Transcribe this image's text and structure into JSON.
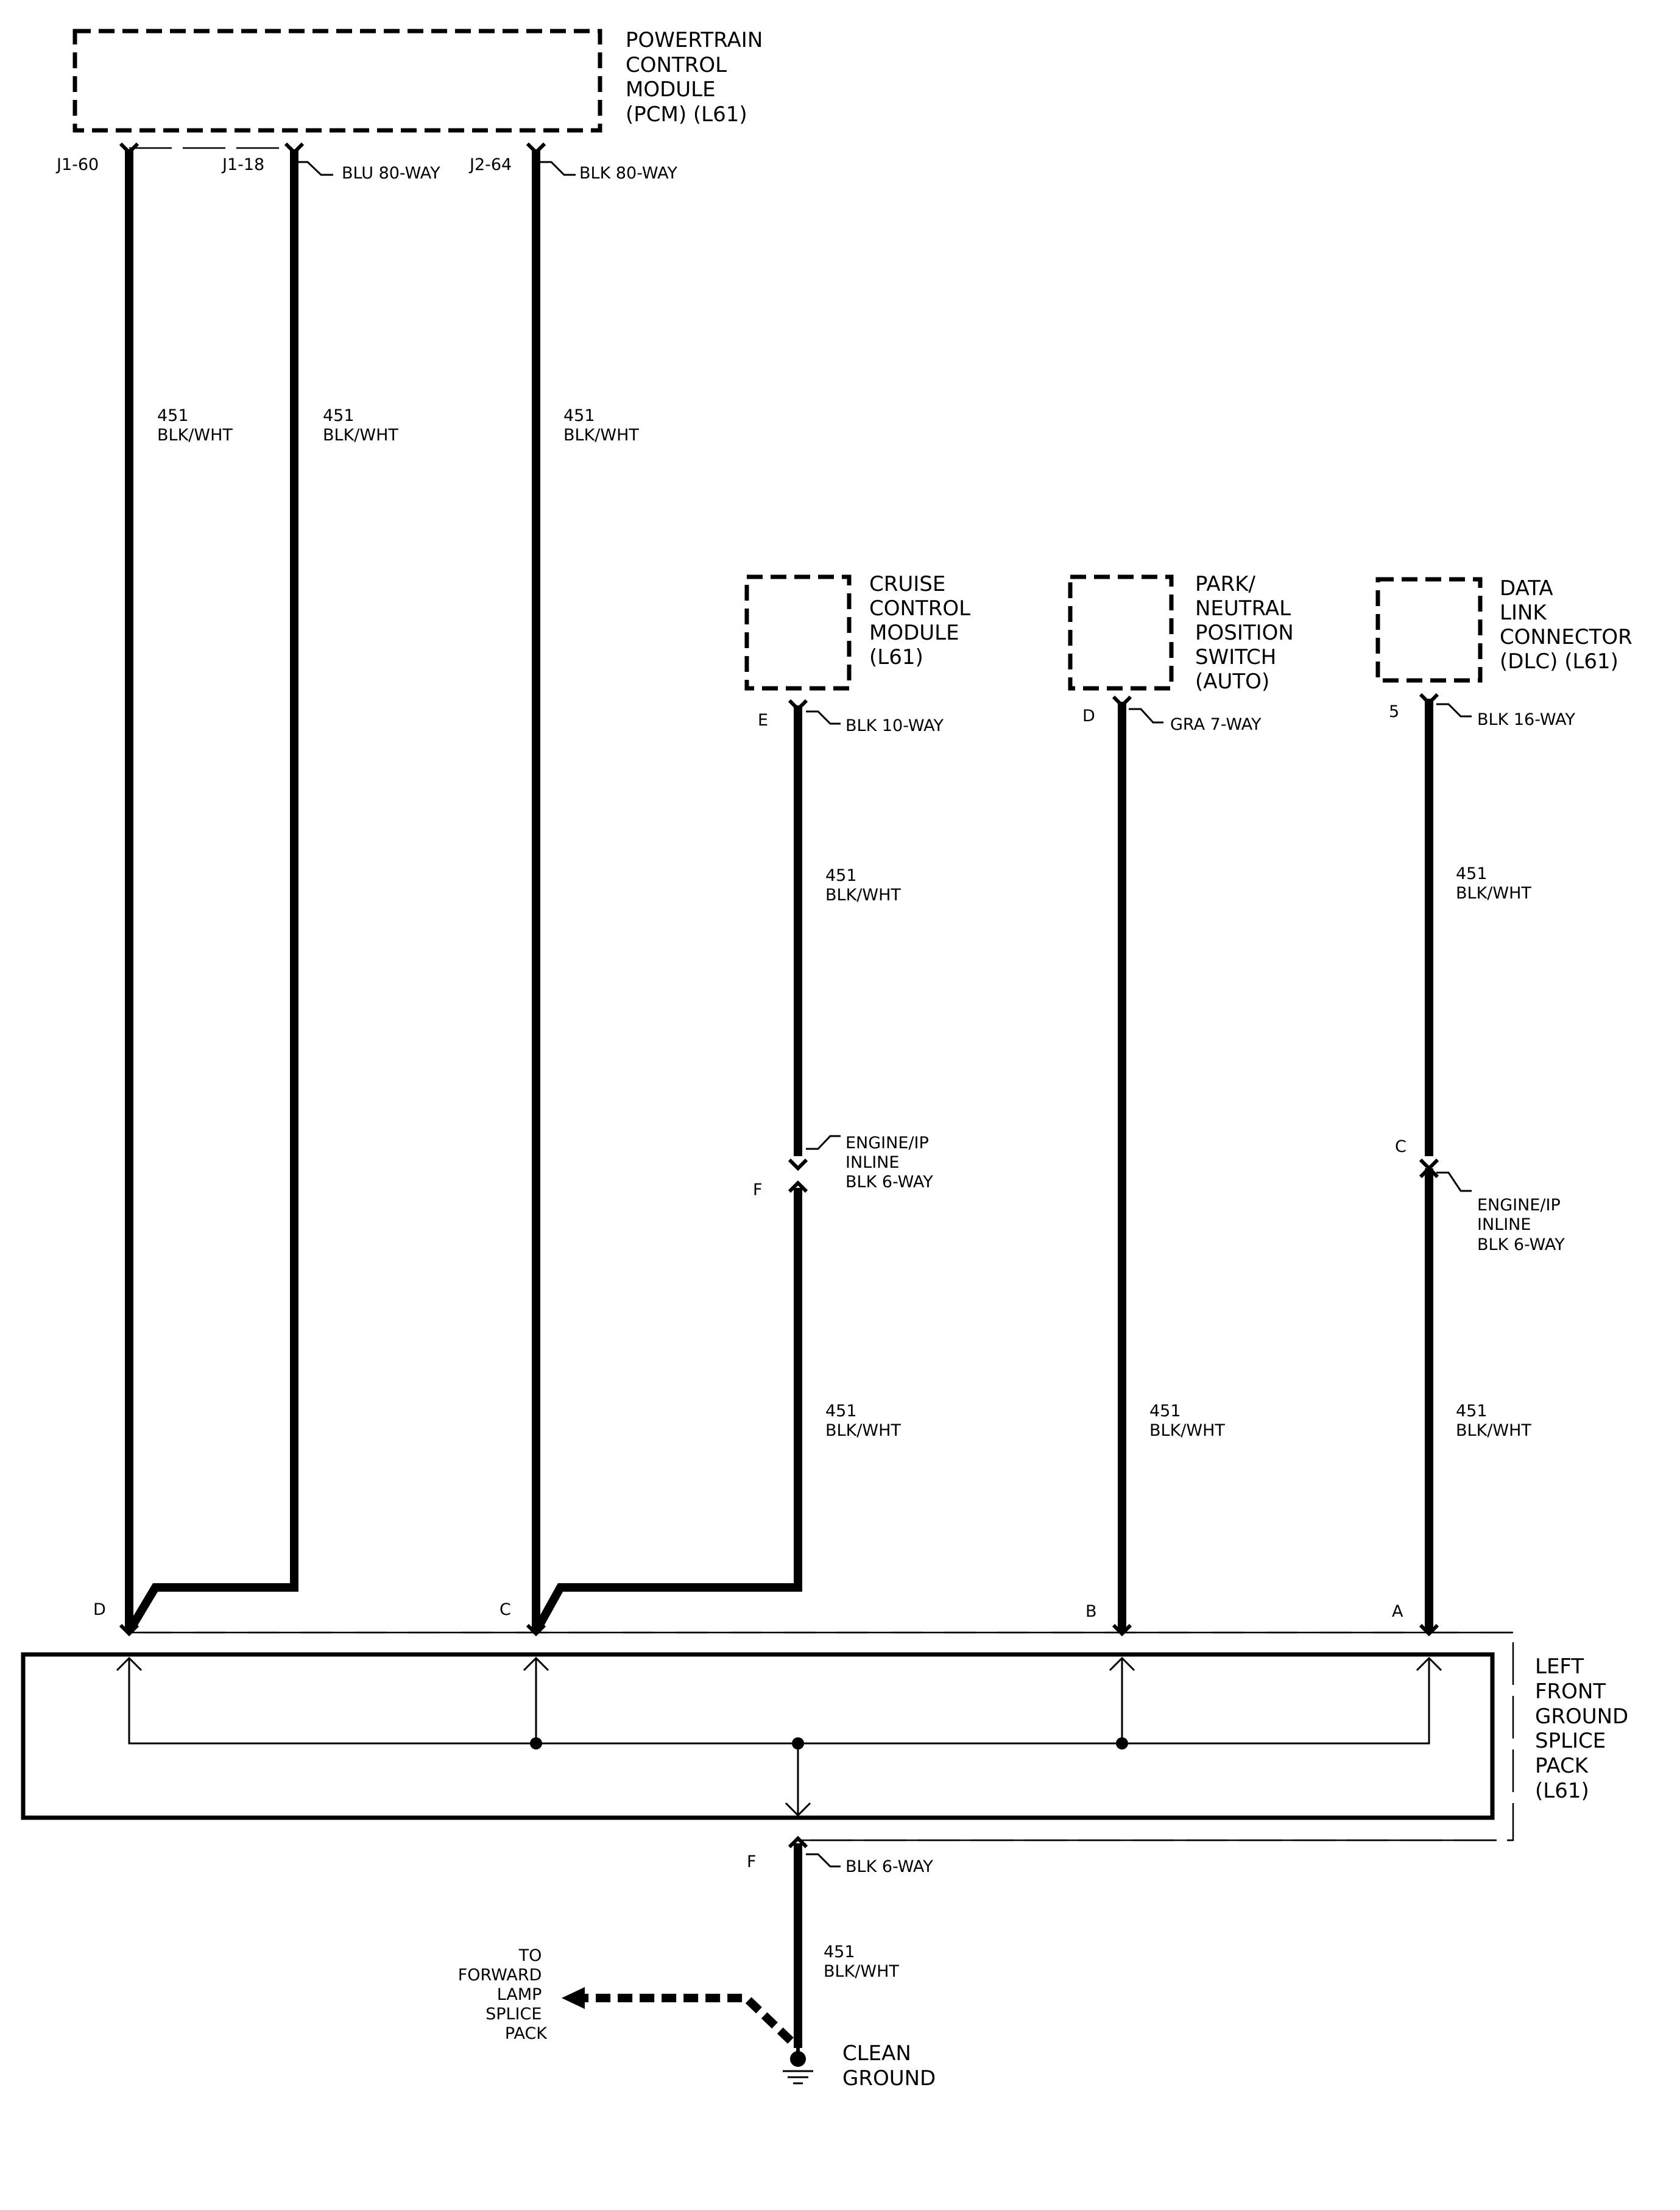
{
  "components": {
    "pcm": [
      "POWERTRAIN",
      "CONTROL",
      "MODULE",
      "(PCM) (L61)"
    ],
    "cruise": [
      "CRUISE",
      "CONTROL",
      "MODULE",
      "(L61)"
    ],
    "pnp": [
      "PARK/",
      "NEUTRAL",
      "POSITION",
      "SWITCH",
      "(AUTO)"
    ],
    "dlc": [
      "DATA",
      "LINK",
      "CONNECTOR",
      "(DLC) (L61)"
    ],
    "splice": [
      "LEFT",
      "FRONT",
      "GROUND",
      "SPLICE",
      "PACK",
      "(L61)"
    ],
    "ground": [
      "CLEAN",
      "GROUND"
    ],
    "forward": [
      "TO",
      "FORWARD",
      "LAMP",
      "SPLICE",
      "PACK"
    ]
  },
  "pins": {
    "pcm_j160": "J1-60",
    "pcm_j118": "J1-18",
    "pcm_j264": "J2-64",
    "cruise_e": "E",
    "pnp_d": "D",
    "dlc_5": "5",
    "inline_c_dlc": "C",
    "inline_f_cruise": "F",
    "splice_d": "D",
    "splice_c": "C",
    "splice_b": "B",
    "splice_a": "A",
    "splice_f": "F"
  },
  "connectors": {
    "pcm_j1": "BLU 80-WAY",
    "pcm_j2": "BLK 80-WAY",
    "cruise": "BLK 10-WAY",
    "pnp": "GRA 7-WAY",
    "dlc": "BLK 16-WAY",
    "engine_ip_inline": [
      "ENGINE/IP",
      "INLINE",
      "BLK 6-WAY"
    ],
    "splice_out": "BLK 6-WAY"
  },
  "wire": {
    "circuit": "451",
    "color": "BLK/WHT"
  }
}
